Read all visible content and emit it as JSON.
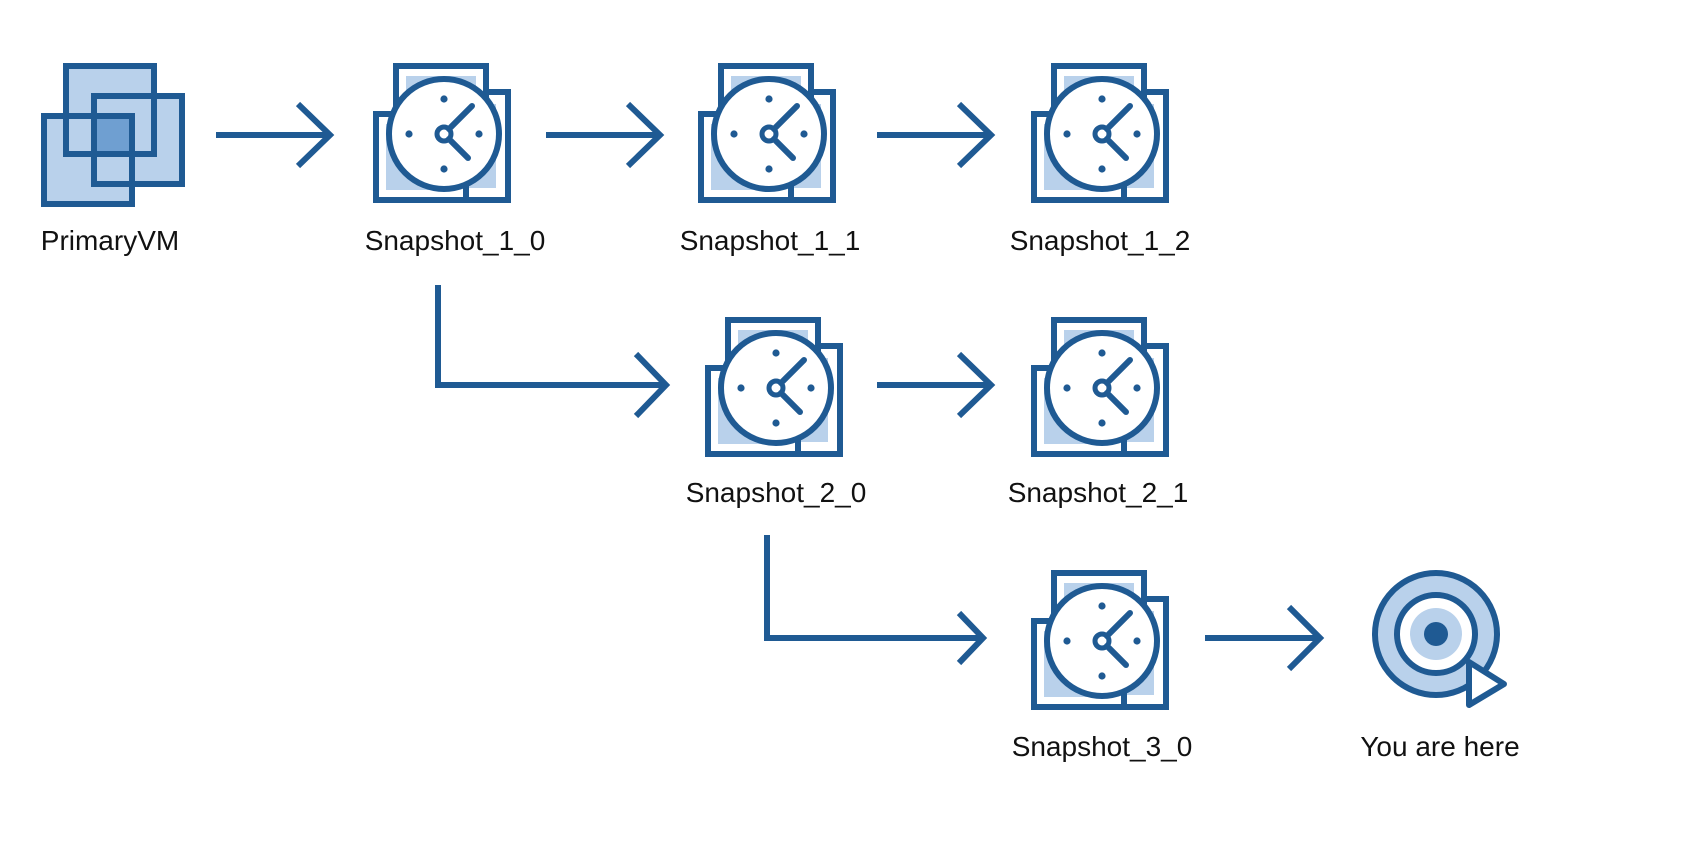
{
  "colors": {
    "stroke": "#1f5a93",
    "fill_light": "#b9d1eb",
    "fill_mid": "#6f9fd1",
    "background": "#ffffff",
    "text": "#111111"
  },
  "icons": {
    "primary": "vm-stack-icon",
    "snapshot": "snapshot-clock-icon",
    "current": "you-are-here-target-icon"
  },
  "nodes": {
    "primary_vm": {
      "label": "PrimaryVM"
    },
    "snapshot_1_0": {
      "label": "Snapshot_1_0"
    },
    "snapshot_1_1": {
      "label": "Snapshot_1_1"
    },
    "snapshot_1_2": {
      "label": "Snapshot_1_2"
    },
    "snapshot_2_0": {
      "label": "Snapshot_2_0"
    },
    "snapshot_2_1": {
      "label": "Snapshot_2_1"
    },
    "snapshot_3_0": {
      "label": "Snapshot_3_0"
    },
    "current_state": {
      "label": "You are here"
    }
  },
  "edges": [
    {
      "from": "primary_vm",
      "to": "snapshot_1_0"
    },
    {
      "from": "snapshot_1_0",
      "to": "snapshot_1_1"
    },
    {
      "from": "snapshot_1_1",
      "to": "snapshot_1_2"
    },
    {
      "from": "snapshot_1_0",
      "to": "snapshot_2_0"
    },
    {
      "from": "snapshot_2_0",
      "to": "snapshot_2_1"
    },
    {
      "from": "snapshot_2_0",
      "to": "snapshot_3_0"
    },
    {
      "from": "snapshot_3_0",
      "to": "current_state"
    }
  ]
}
